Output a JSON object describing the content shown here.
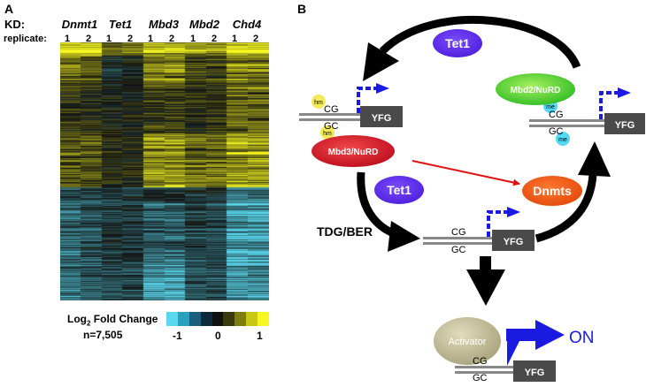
{
  "panel_a": {
    "letter": "A",
    "kd_label": "KD:",
    "replicate_label": "replicate:",
    "samples": [
      "Dnmt1",
      "Tet1",
      "Mbd3",
      "Mbd2",
      "Chd4"
    ],
    "replicates": [
      "1",
      "2",
      "1",
      "2",
      "1",
      "2",
      "1",
      "2",
      "1",
      "2"
    ],
    "legend": {
      "title_pre": "Log",
      "title_sub": "2",
      "title_post": " Fold Change",
      "n_label": "n=7,505",
      "ticks": [
        "-1",
        "0",
        "1"
      ],
      "colors": [
        "#5ad8ee",
        "#2d9fbf",
        "#1b5f7f",
        "#0d2a3d",
        "#111111",
        "#3b3a0c",
        "#7e7d10",
        "#c8c814",
        "#f6f620"
      ]
    }
  },
  "panel_b": {
    "letter": "B",
    "tet1_top": "Tet1",
    "tet1_mid": "Tet1",
    "mbd2_nurd": "Mbd2/NuRD",
    "mbd3_nurd": "Mbd3/NuRD",
    "dnmts": "Dnmts",
    "tdg_ber": "TDG/BER",
    "cg": "CG",
    "gc": "GC",
    "hm": "hm",
    "me": "me",
    "yfg": "YFG",
    "activator": "Activator",
    "on": "ON"
  }
}
